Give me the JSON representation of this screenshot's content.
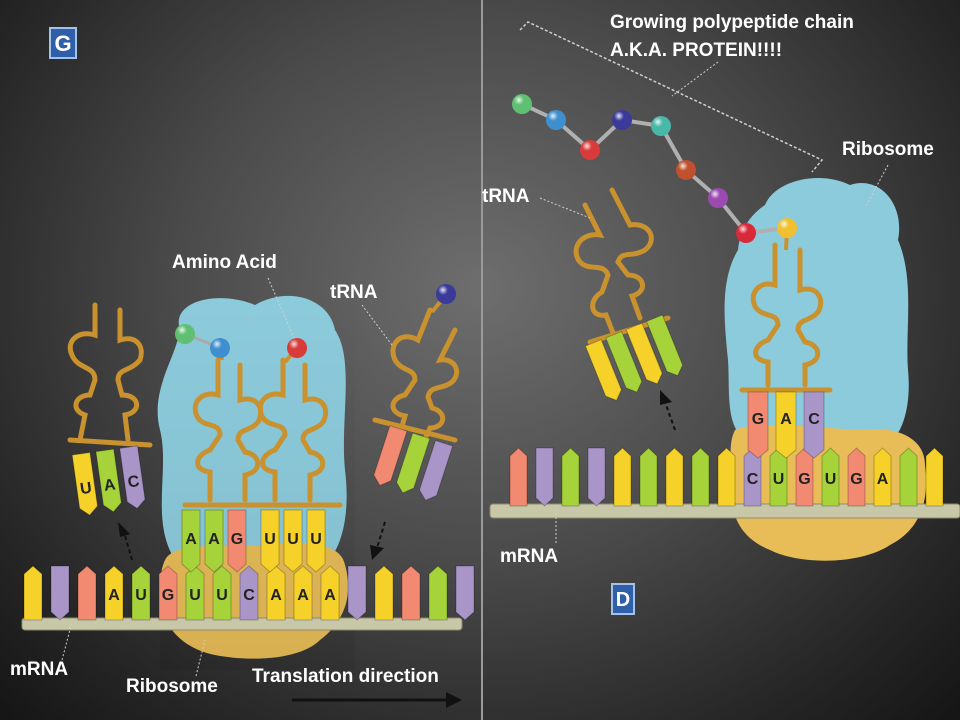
{
  "panels": [
    {
      "id": "left",
      "badge": "G",
      "labels": {
        "amino_acid": "Amino Acid",
        "trna": "tRNA",
        "mrna": "mRNA",
        "ribosome": "Ribosome",
        "direction": "Translation direction"
      },
      "free_trna_anticodon": [
        "U",
        "A",
        "C"
      ],
      "site_anticodons": [
        "A",
        "A",
        "G",
        "U",
        "U",
        "U"
      ],
      "mrna_codons": [
        "A",
        "U",
        "G",
        "U",
        "U",
        "C",
        "A",
        "A",
        "A"
      ]
    },
    {
      "id": "right",
      "badge": "D",
      "labels": {
        "polypeptide_line1": "Growing polypeptide chain",
        "polypeptide_line2": "A.K.A.  PROTEIN!!!!",
        "ribosome": "Ribosome",
        "trna": "tRNA",
        "mrna": "mRNA"
      },
      "site_anticodons": [
        "G",
        "A",
        "C"
      ],
      "mrna_codons": [
        "C",
        "U",
        "G",
        "U",
        "G",
        "A"
      ]
    }
  ],
  "colors": {
    "ribosome_top": "#8ccbdc",
    "ribosome_bottom": "#e8bd58",
    "trna": "#c9922e",
    "strand": "#c8c8a8",
    "A": "#f6d12a",
    "U": "#a7d33a",
    "G": "#f28a72",
    "C": "#a995c8",
    "beads": [
      "#5fbf72",
      "#3f8fcf",
      "#d93a3a",
      "#3a3a9a",
      "#48b8a8",
      "#c0502e",
      "#9a4ab0",
      "#d92a3a",
      "#f0c030"
    ]
  }
}
